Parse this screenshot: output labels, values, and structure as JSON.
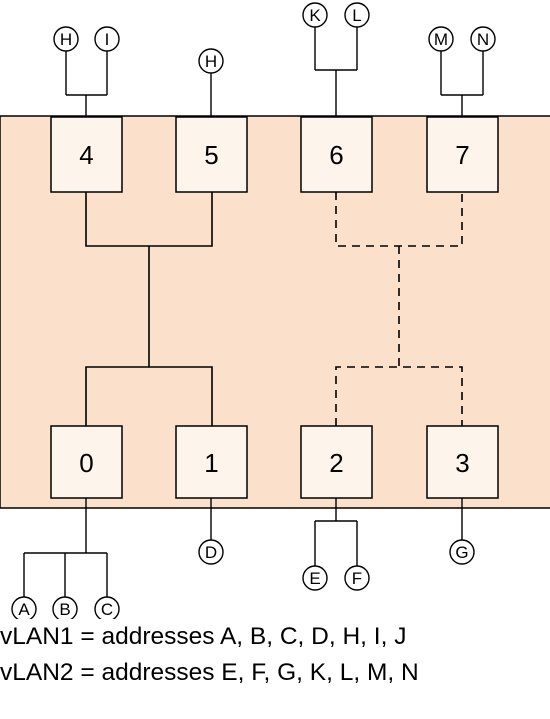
{
  "colors": {
    "backplane_fill": "#fbe0cc",
    "switch_fill": "#fdf5ec",
    "stroke": "#000000",
    "node_fill": "#ffffff"
  },
  "switches": {
    "top": [
      "4",
      "5",
      "6",
      "7"
    ],
    "bottom": [
      "0",
      "1",
      "2",
      "3"
    ]
  },
  "end_nodes": {
    "switch_4": [
      "H",
      "I"
    ],
    "switch_5": [
      "H"
    ],
    "switch_6": [
      "K",
      "L"
    ],
    "switch_7": [
      "M",
      "N"
    ],
    "switch_0": [
      "A",
      "B",
      "C"
    ],
    "switch_1": [
      "D"
    ],
    "switch_2": [
      "E",
      "F"
    ],
    "switch_3": [
      "G"
    ]
  },
  "links": {
    "vlan1_style": "solid",
    "vlan2_style": "dashed"
  },
  "legend": {
    "vlan1": "vLAN1 = addresses A, B, C, D, H, I, J",
    "vlan2": "vLAN2 = addresses E, F, G, K, L, M, N"
  }
}
